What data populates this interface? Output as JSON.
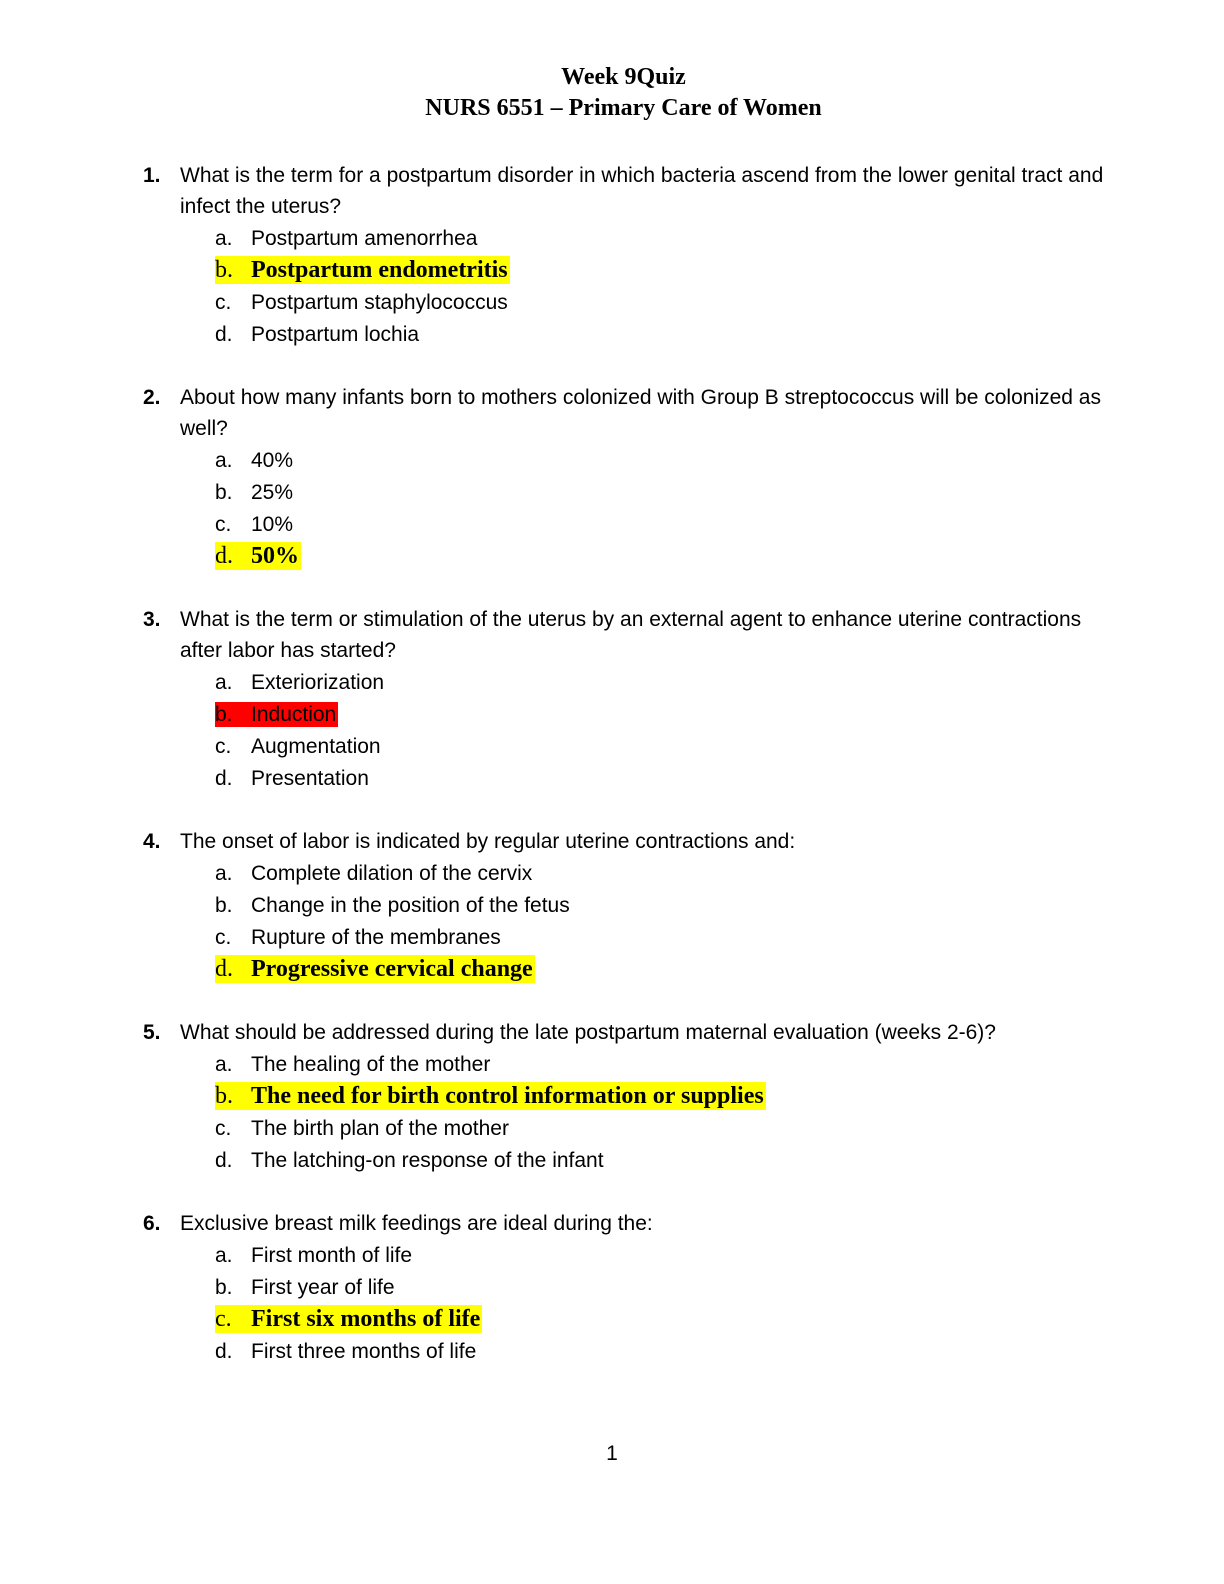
{
  "page": {
    "title_line1": "Week 9Quiz",
    "title_line2": "NURS 6551 – Primary Care of Women",
    "page_number": "1"
  },
  "colors": {
    "highlight_yellow": "#ffff00",
    "highlight_red": "#ff0000"
  },
  "questions": [
    {
      "number": "1.",
      "text": "What is the term for a postpartum disorder in which bacteria ascend from the lower genital tract and infect the uterus?",
      "options": [
        {
          "letter": "a.",
          "text": "Postpartum amenorrhea",
          "highlight": "none"
        },
        {
          "letter": "b.",
          "text": "Postpartum endometritis",
          "highlight": "yellow"
        },
        {
          "letter": "c.",
          "text": "Postpartum staphylococcus",
          "highlight": "none"
        },
        {
          "letter": "d.",
          "text": "Postpartum lochia",
          "highlight": "none"
        }
      ]
    },
    {
      "number": "2.",
      "text": "About how many infants born to mothers colonized with Group B streptococcus will be colonized as well?",
      "options": [
        {
          "letter": "a.",
          "text": "40%",
          "highlight": "none"
        },
        {
          "letter": "b.",
          "text": "25%",
          "highlight": "none"
        },
        {
          "letter": "c.",
          "text": "10%",
          "highlight": "none"
        },
        {
          "letter": "d.",
          "text": "50%",
          "highlight": "yellow"
        }
      ]
    },
    {
      "number": "3.",
      "text": "What is the term or stimulation of the uterus by an external agent to enhance uterine contractions after labor has started?",
      "options": [
        {
          "letter": "a.",
          "text": "Exteriorization",
          "highlight": "none"
        },
        {
          "letter": "b.",
          "text": "Induction",
          "highlight": "red"
        },
        {
          "letter": "c.",
          "text": "Augmentation",
          "highlight": "none"
        },
        {
          "letter": "d.",
          "text": "Presentation",
          "highlight": "none"
        }
      ]
    },
    {
      "number": "4.",
      "text": "The onset of labor is indicated by regular uterine contractions and:",
      "options": [
        {
          "letter": "a.",
          "text": "Complete dilation of the cervix",
          "highlight": "none"
        },
        {
          "letter": "b.",
          "text": "Change in the position of the fetus",
          "highlight": "none"
        },
        {
          "letter": "c.",
          "text": "Rupture of the membranes",
          "highlight": "none"
        },
        {
          "letter": "d.",
          "text": "Progressive cervical change",
          "highlight": "yellow"
        }
      ]
    },
    {
      "number": "5.",
      "text": "What should be addressed during the late postpartum maternal evaluation (weeks 2-6)?",
      "options": [
        {
          "letter": "a.",
          "text": "The healing of the mother",
          "highlight": "none"
        },
        {
          "letter": "b.",
          "text": "The need for birth control information or supplies",
          "highlight": "yellow"
        },
        {
          "letter": "c.",
          "text": "The birth plan of the mother",
          "highlight": "none"
        },
        {
          "letter": "d.",
          "text": "The latching-on response of the infant",
          "highlight": "none"
        }
      ]
    },
    {
      "number": "6.",
      "text": "Exclusive breast milk feedings are ideal during the:",
      "options": [
        {
          "letter": "a.",
          "text": "First month of life",
          "highlight": "none"
        },
        {
          "letter": "b.",
          "text": "First year of life",
          "highlight": "none"
        },
        {
          "letter": "c.",
          "text": "First six months of life",
          "highlight": "yellow"
        },
        {
          "letter": "d.",
          "text": "First three months of life",
          "highlight": "none"
        }
      ]
    }
  ]
}
